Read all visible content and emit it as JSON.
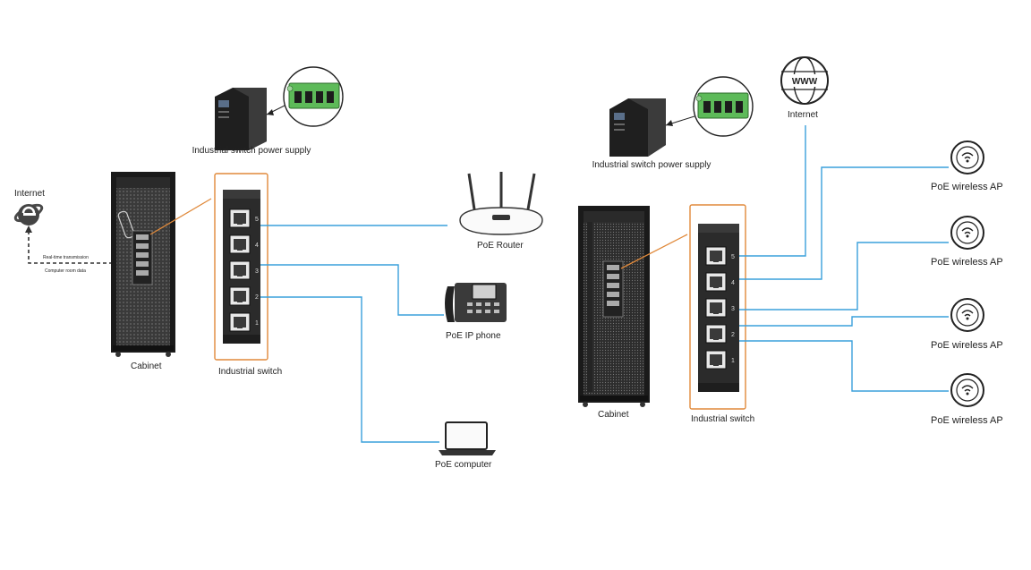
{
  "left": {
    "power_supply_label": "Industrial switch power supply",
    "internet_label": "Internet",
    "transmission_label": "Real-time transmission",
    "computer_room_label": "Computer room data",
    "cabinet_label": "Cabinet",
    "switch_label": "Industrial switch",
    "router_label": "PoE Router",
    "phone_label": "PoE IP phone",
    "computer_label": "PoE computer",
    "port_numbers": [
      "5",
      "4",
      "3",
      "2",
      "1"
    ]
  },
  "right": {
    "power_supply_label": "Industrial switch power supply",
    "internet_label": "Internet",
    "www_label": "WWW",
    "cabinet_label": "Cabinet",
    "switch_label": "Industrial switch",
    "ap_labels": [
      "PoE wireless AP",
      "PoE wireless AP",
      "PoE wireless AP",
      "PoE wireless AP"
    ],
    "port_numbers": [
      "5",
      "4",
      "3",
      "2",
      "1"
    ]
  },
  "colors": {
    "link_blue": "#3aa0dc",
    "highlight_orange": "#e0893a",
    "device_dark": "#2b2b2b",
    "label_text": "#222222"
  }
}
